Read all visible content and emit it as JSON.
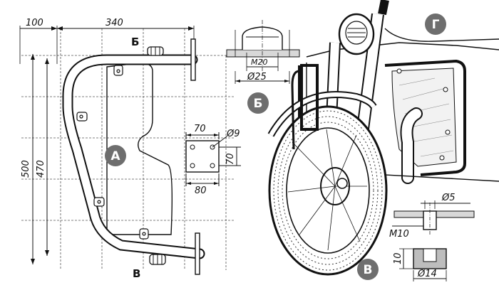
{
  "dimensions": {
    "d100": "100",
    "d340": "340",
    "d500": "500",
    "d470": "470",
    "d70_top": "70",
    "d70_side": "70",
    "d80": "80",
    "phi9": "Ø9",
    "m20": "M20",
    "phi25": "Ø25",
    "phi5": "Ø5",
    "m10": "M10",
    "d10": "10",
    "phi14": "Ø14"
  },
  "callouts": {
    "b": "Б",
    "v": "В"
  },
  "badges": {
    "a": "А",
    "b": "Б",
    "v": "В",
    "g": "Г"
  },
  "colors": {
    "badge": "#6e6e6e",
    "ink": "#111111"
  }
}
